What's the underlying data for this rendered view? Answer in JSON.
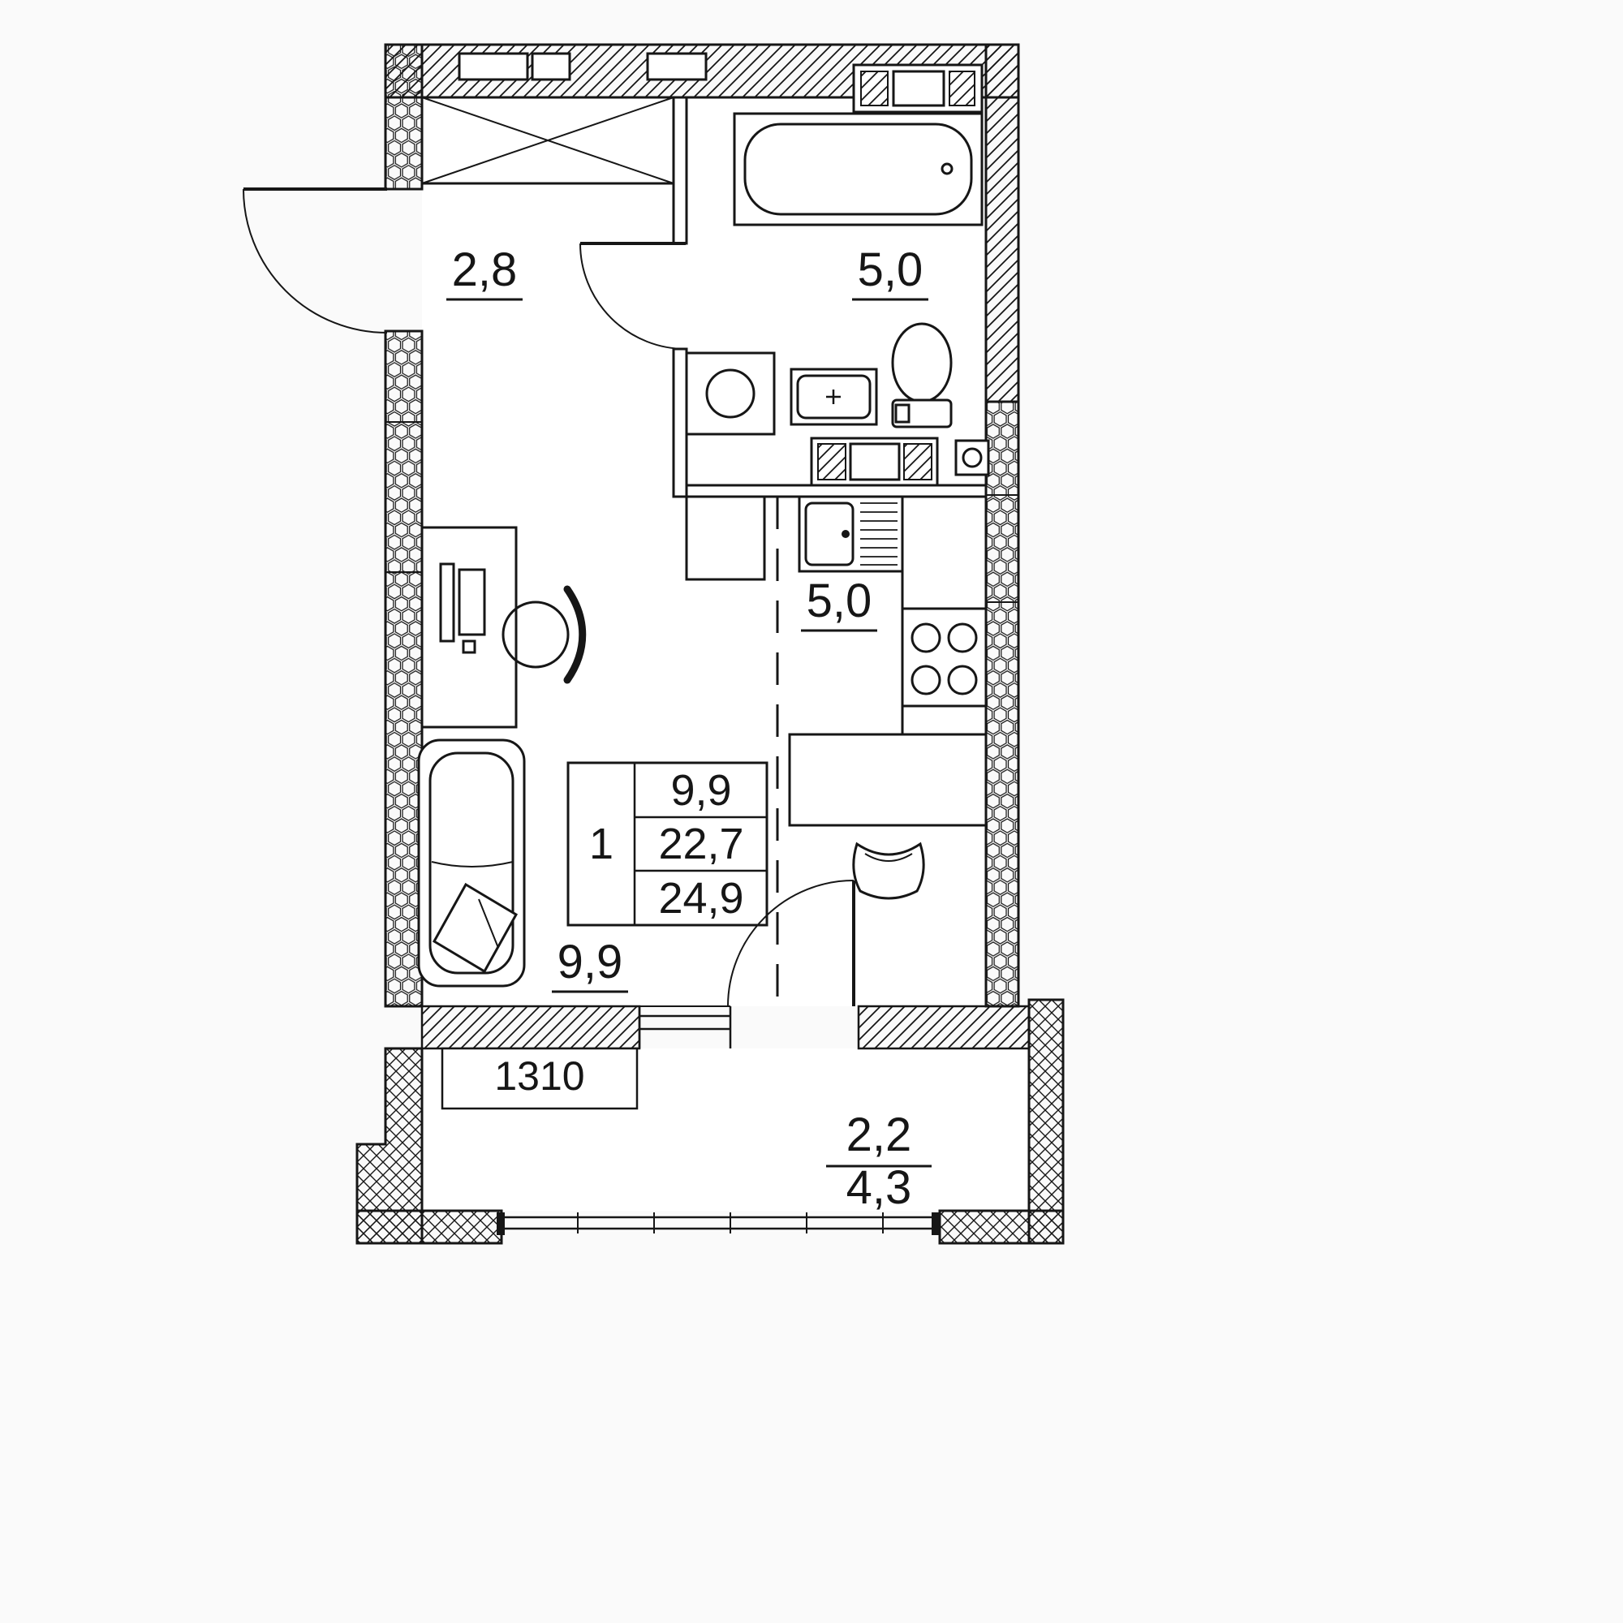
{
  "plan": {
    "title": "studio-apartment-floor-plan",
    "colors": {
      "ink": "#161616",
      "paper": "#fafafa",
      "room_fill": "#ffffff"
    },
    "rooms": {
      "hallway": {
        "area": "2,8"
      },
      "bathroom": {
        "area": "5,0"
      },
      "kitchen": {
        "area": "5,0"
      },
      "living_room": {
        "area": "9,9"
      }
    },
    "summary_table": {
      "rooms_count": "1",
      "living_area": "9,9",
      "area_no_balcony": "22,7",
      "total_area": "24,9"
    },
    "balcony": {
      "dimension": "1310",
      "area_coeff": "2,2",
      "area_full": "4,3"
    }
  }
}
